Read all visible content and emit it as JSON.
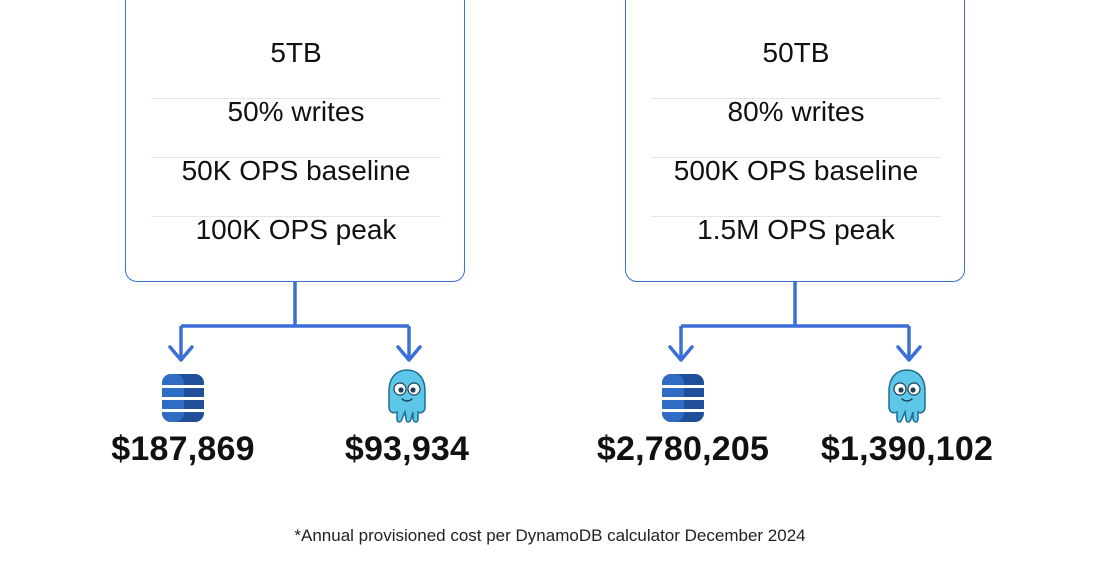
{
  "colors": {
    "accent": "#3b6fd6",
    "dynamo_blue": "#2b62b8",
    "scylla_cyan": "#5ec6e8"
  },
  "scenarios": [
    {
      "size": "5TB",
      "writes": "50% writes",
      "baseline": "50K OPS baseline",
      "peak": "100K OPS peak",
      "dynamodb_icon": "dynamodb-database-icon",
      "scylla_icon": "scylladb-octopus-icon",
      "dynamodb_cost": "$187,869",
      "scylla_cost": "$93,934"
    },
    {
      "size": "50TB",
      "writes": "80% writes",
      "baseline": "500K OPS baseline",
      "peak": "1.5M OPS peak",
      "dynamodb_icon": "dynamodb-database-icon",
      "scylla_icon": "scylladb-octopus-icon",
      "dynamodb_cost": "$2,780,205",
      "scylla_cost": "$1,390,102"
    }
  ],
  "footnote": "*Annual provisioned cost per DynamoDB calculator December 2024"
}
